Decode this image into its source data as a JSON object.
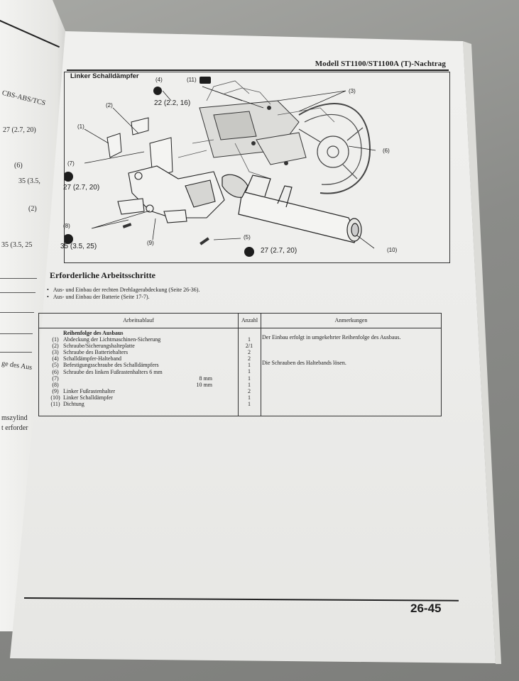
{
  "prev_page": {
    "snippets": [
      "CBS-ABS/TCS",
      "27 (2.7, 20)",
      "(6)",
      "35 (3.5,",
      "(2)",
      "35 (3.5, 25",
      "ge des Aus",
      "mszylind",
      "t erforder"
    ]
  },
  "header": {
    "title": "Modell ST1100/ST1100A (T)-Nachtrag"
  },
  "figure": {
    "title": "Linker Schalldämpfer",
    "callouts": [
      "(1)",
      "(2)",
      "(3)",
      "(4)",
      "(5)",
      "(6)",
      "(7)",
      "(8)",
      "(9)",
      "(10)",
      "(11)"
    ],
    "torques": [
      "22 (2.2, 16)",
      "27 (2.7, 20)",
      "35 (3.5, 25)",
      "27 (2.7, 20)"
    ]
  },
  "section": {
    "title": "Erforderliche Arbeitsschritte",
    "bullets": [
      "Aus- und Einbau der rechten Drehlagerabdeckung (Seite 26-36).",
      "Aus- und Einbau der Batterie (Seite 17-7)."
    ]
  },
  "table": {
    "headers": {
      "work": "Arbeitsablauf",
      "qty": "Anzahl",
      "remarks": "Anmerkungen"
    },
    "group_title": "Reihenfolge des Ausbaus",
    "rows": [
      {
        "num": "(1)",
        "desc": "Abdeckung der Lichtmaschinen-Sicherung",
        "qty": "1"
      },
      {
        "num": "(2)",
        "desc": "Schraube/Sicherungshalteplatte",
        "qty": "2/1"
      },
      {
        "num": "(3)",
        "desc": "Schraube des Batteriehalters",
        "qty": "2"
      },
      {
        "num": "(4)",
        "desc": "Schalldämpfer-Halteband",
        "qty": "2"
      },
      {
        "num": "(5)",
        "desc": "Befestigungsschraube des Schalldämpfers",
        "qty": "1"
      },
      {
        "num": "(6)",
        "desc": "Schraube des linken Fußrastenhalters 6 mm",
        "qty": "1"
      },
      {
        "num": "(7)",
        "desc": "8 mm",
        "qty": "1"
      },
      {
        "num": "(8)",
        "desc": "10 mm",
        "qty": "1"
      },
      {
        "num": "(9)",
        "desc": "Linker Fußrastenhalter",
        "qty": "2"
      },
      {
        "num": "(10)",
        "desc": "Linker Schalldämpfer",
        "qty": "1"
      },
      {
        "num": "(11)",
        "desc": "Dichtung",
        "qty": "1"
      }
    ],
    "remarks": [
      "Der Einbau erfolgt in umgekehrter Reihenfolge des Ausbaus.",
      "Die Schrauben des Haltebands lösen."
    ]
  },
  "footer": {
    "page_number": "26-45"
  }
}
